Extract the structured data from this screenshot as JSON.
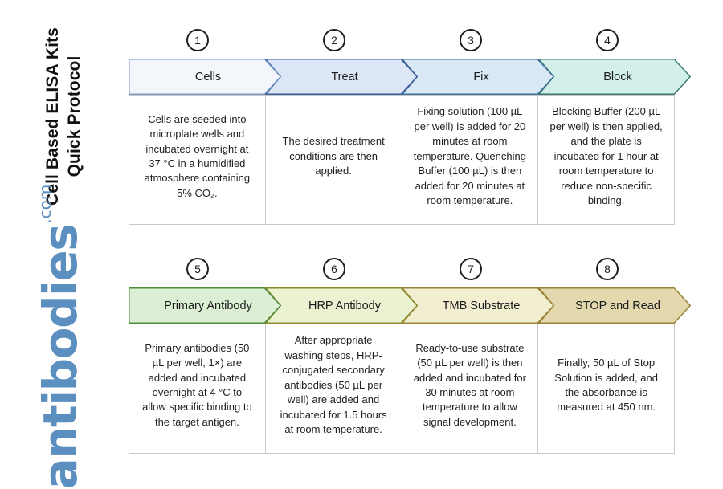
{
  "title": {
    "line1": "Cell Based ELISA Kits",
    "line2": "Quick Protocol"
  },
  "brand": {
    "name": "antibodies",
    "tld": ".com",
    "color": "#5b8fc0"
  },
  "rows": [
    {
      "row_id": "row-1",
      "steps": [
        {
          "number": "1",
          "label": "Cells",
          "fill": "#f3f7fb",
          "stroke": "#7a9bc4",
          "description": "Cells are seeded into microplate wells and incubated overnight at 37 °C in a humidified atmosphere containing 5% CO₂."
        },
        {
          "number": "2",
          "label": "Treat",
          "fill": "#dde6f7",
          "stroke": "#3c5a9a",
          "description": "The desired treatment conditions are then applied."
        },
        {
          "number": "3",
          "label": "Fix",
          "fill": "#d8e8f5",
          "stroke": "#3c7098",
          "description": "Fixing solution (100 µL per well) is added for 20 minutes at room temperature. Quenching Buffer (100 µL) is then added for 20 minutes at room temperature."
        },
        {
          "number": "4",
          "label": "Block",
          "fill": "#d2efe9",
          "stroke": "#3b7a72",
          "description": "Blocking Buffer (200 µL per well) is then applied, and the plate is incubated for 1 hour at room temperature to reduce non-specific binding."
        }
      ]
    },
    {
      "row_id": "row-2",
      "steps": [
        {
          "number": "5",
          "label": "Primary Antibody",
          "fill": "#dcefd4",
          "stroke": "#4e8b3a",
          "description": "Primary antibodies (50 µL per well, 1×) are added and incubated overnight at 4 °C to allow specific binding to the target antigen."
        },
        {
          "number": "6",
          "label": "HRP Antibody",
          "fill": "#eaf2d2",
          "stroke": "#8a8a2a",
          "description": "After appropriate washing steps, HRP-conjugated secondary antibodies (50 µL per well) are added and incubated for 1.5 hours at room temperature."
        },
        {
          "number": "7",
          "label": "TMB Substrate",
          "fill": "#f2eed0",
          "stroke": "#9a8236",
          "description": "Ready-to-use substrate (50 µL per well) is then added and incubated for 30 minutes at room temperature to allow signal development."
        },
        {
          "number": "8",
          "label": "STOP and Read",
          "fill": "#e4d9ae",
          "stroke": "#9a8236",
          "description": "Finally, 50 µL of Stop Solution is added, and the absorbance is measured at 450 nm."
        }
      ]
    }
  ]
}
